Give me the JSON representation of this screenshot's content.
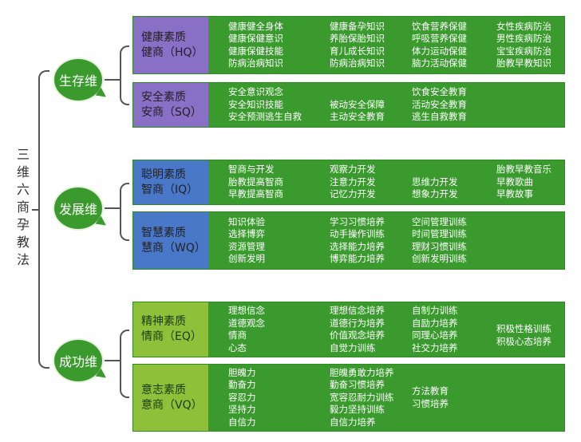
{
  "root": {
    "title_chars": [
      "三",
      "维",
      "六",
      "商",
      "孕",
      "教",
      "法"
    ]
  },
  "groups": [
    {
      "name": "生存维",
      "rows": [
        {
          "label": [
            "健康素质",
            "健商（HQ）"
          ],
          "color": "#8a6fc7",
          "cols": [
            [
              "健康健全身体",
              "健康保健意识",
              "健康保健技能",
              "防病治病知识"
            ],
            [
              "健康备孕知识",
              "养胎保胎知识",
              "育儿成长知识",
              "防病治病知识"
            ],
            [
              "饮食营养保健",
              "呼吸营养保健",
              "体力运动保健",
              "脑力活动保健"
            ],
            [
              "女性疾病防治",
              "男性疾病防治",
              "宝宝疾病防治",
              "胎教早教知识"
            ]
          ]
        },
        {
          "label": [
            "安全素质",
            "安商（SQ）"
          ],
          "color": "#8a6fc7",
          "cols": [
            [
              "安全意识观念",
              "安全知识技能",
              "安全预测逃生自救"
            ],
            [
              "",
              "被动安全保障",
              "主动安全教育"
            ],
            [
              "饮食安全教育",
              "活动安全教育",
              "逃生自救教育"
            ],
            []
          ]
        }
      ]
    },
    {
      "name": "发展维",
      "rows": [
        {
          "label": [
            "聪明素质",
            "智商（IQ）"
          ],
          "color": "#4a78c8",
          "cols": [
            [
              "智商与开发",
              "胎教提高智商",
              "早教提高智商"
            ],
            [
              "观察力开发",
              "注意力开发",
              "记忆力开发"
            ],
            [
              "",
              "思维力开发",
              "想象力开发"
            ],
            [
              "胎教早教音乐",
              "早教歌曲",
              "早教故事"
            ]
          ]
        },
        {
          "label": [
            "智慧素质",
            "慧商（WQ）"
          ],
          "color": "#4a78c8",
          "cols": [
            [
              "知识体验",
              "选择博弈",
              "资源管理",
              "创新发明"
            ],
            [
              "学习习惯培养",
              "动手操作训练",
              "选择能力培养",
              "博弈能力培养"
            ],
            [
              "空间管理训练",
              "时间管理训练",
              "理财习惯训练",
              "创新发明训练"
            ],
            []
          ]
        }
      ]
    },
    {
      "name": "成功维",
      "rows": [
        {
          "label": [
            "精神素质",
            "情商（EQ）"
          ],
          "color": "#8fc03a",
          "cols": [
            [
              "理想信念",
              "道德观念",
              "情商",
              "心态"
            ],
            [
              "理想信念培养",
              "道德行为培养",
              "价值观念培养",
              "自觉力训练"
            ],
            [
              "自制力训练",
              "自励力培养",
              "同理心培养",
              "社交力培养"
            ],
            [
              "",
              "积极性格训练",
              "积极心态培养"
            ]
          ]
        },
        {
          "label": [
            "意志素质",
            "意商（VQ）"
          ],
          "color": "#8fc03a",
          "cols": [
            [
              "胆魄力",
              "勤奋力",
              "容忍力",
              "坚持力",
              "自信力"
            ],
            [
              "胆魄勇敢力培养",
              "勤奋习惯培养",
              "宽容忍耐力训练",
              "毅力坚持训练",
              "自信力培养"
            ],
            [
              "方法教育",
              "习惯培养"
            ],
            []
          ]
        }
      ]
    }
  ]
}
